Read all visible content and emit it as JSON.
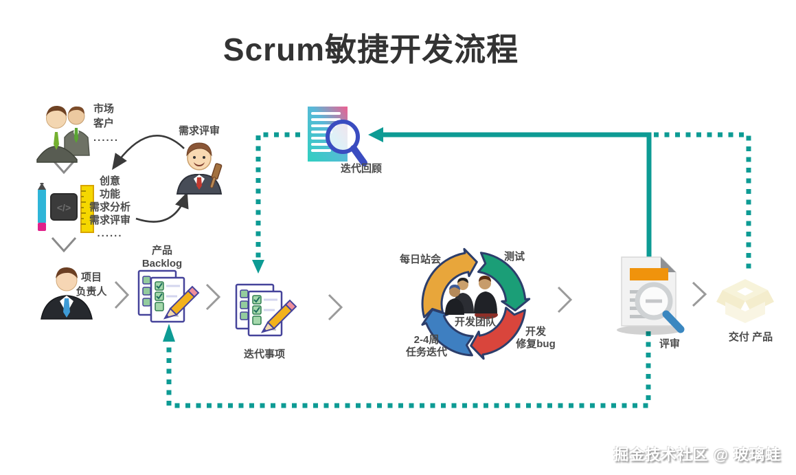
{
  "title": "Scrum敏捷开发流程",
  "market": {
    "lines": [
      "市场",
      "客户",
      "......"
    ]
  },
  "ideas": {
    "lines": [
      "创意",
      "功能",
      "需求分析",
      "需求评审",
      "......"
    ]
  },
  "requirement_review": {
    "label": "需求评审"
  },
  "project_owner": {
    "lines": [
      "项目",
      "负责人"
    ]
  },
  "product_backlog": {
    "lines": [
      "产品",
      "Backlog"
    ]
  },
  "iteration_items": {
    "label": "迭代事项"
  },
  "iteration_review": {
    "label": "迭代回顾"
  },
  "cycle": {
    "center_label": "开发团队",
    "daily_standup": "每日站会",
    "testing": "测试",
    "develop": {
      "lines": [
        "开发",
        "修复bug"
      ]
    },
    "sprint": {
      "lines": [
        "2-4周",
        "任务迭代"
      ]
    },
    "colors": {
      "daily_standup": "#E8A63B",
      "testing": "#1B9E77",
      "develop": "#D9453C",
      "sprint": "#3E7FC1",
      "outline": "#2C3E6B"
    }
  },
  "review": {
    "label": "评审"
  },
  "delivery": {
    "label": "交付 产品"
  },
  "watermark": "掘金技术社区 @ 玻璃蛙",
  "colors": {
    "connector_teal": "#0D9B94",
    "title_text": "#333333",
    "label_text": "#4A4A4A"
  }
}
